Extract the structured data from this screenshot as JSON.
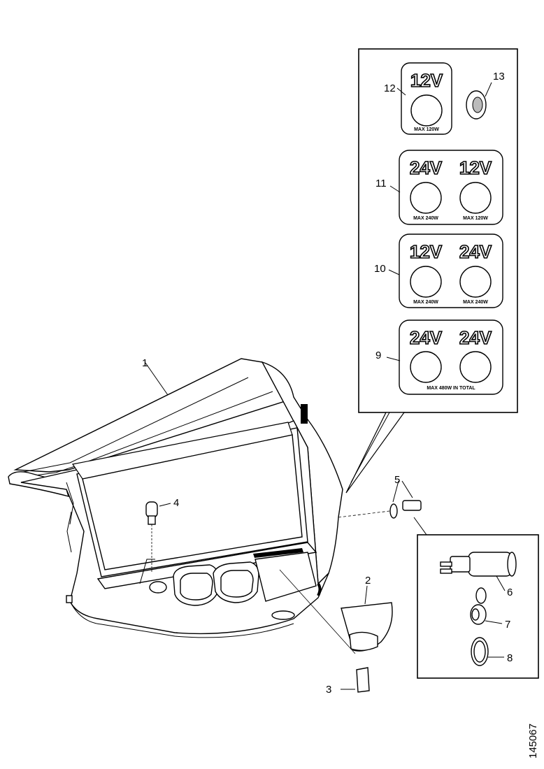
{
  "callouts": {
    "c1": "1",
    "c2": "2",
    "c3": "3",
    "c4": "4",
    "c5": "5",
    "c6": "6",
    "c7": "7",
    "c8": "8",
    "c9": "9",
    "c10": "10",
    "c11": "11",
    "c12": "12",
    "c13": "13"
  },
  "panel12": {
    "volt": "12V",
    "max": "MAX 120W"
  },
  "panel11": {
    "volt_left": "24V",
    "volt_right": "12V",
    "max_left": "MAX 240W",
    "max_right": "MAX 120W"
  },
  "panel10": {
    "volt_left": "12V",
    "volt_right": "24V",
    "max_left": "MAX 240W",
    "max_right": "MAX 240W"
  },
  "panel9": {
    "volt_left": "24V",
    "volt_right": "24V",
    "max": "MAX 480W IN TOTAL"
  },
  "figure_id": "145067"
}
